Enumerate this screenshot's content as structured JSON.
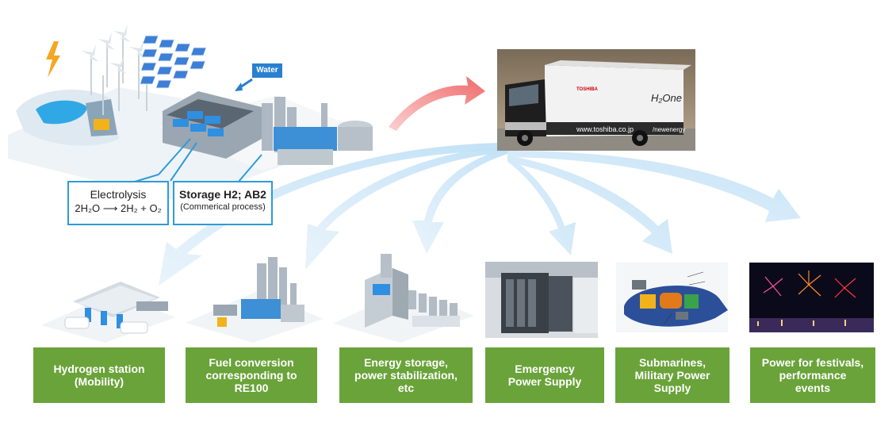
{
  "plant": {
    "water_label": "Water"
  },
  "callouts": {
    "electrolysis_title": "Electrolysis",
    "electrolysis_formula": "2H₂O ⟶ 2H₂ + O₂",
    "storage_title": "Storage H2; AB2",
    "storage_subtitle": "(Commerical process)"
  },
  "truck": {
    "brand": "TOSHIBA",
    "model": "H₂One",
    "url": "www.toshiba.co.jp",
    "tag": "/newenergy"
  },
  "applications": [
    {
      "label_lines": [
        "Hydrogen station",
        "(Mobility)"
      ]
    },
    {
      "label_lines": [
        "Fuel conversion",
        "corresponding to",
        "RE100"
      ]
    },
    {
      "label_lines": [
        "Energy storage,",
        "power stabilization,",
        "etc"
      ]
    },
    {
      "label_lines": [
        "Emergency",
        "Power Supply"
      ]
    },
    {
      "label_lines": [
        "Submarines,",
        "Military Power",
        "Supply"
      ]
    },
    {
      "label_lines": [
        "Power for festivals,",
        "performance",
        "events"
      ]
    }
  ],
  "colors": {
    "green_box": "#6aa33a",
    "callout_border": "#2f9bd8",
    "arrow_light_blue": "#cfe6f7",
    "arrow_red": "#f27a7a",
    "lightning": "#f5a623"
  }
}
